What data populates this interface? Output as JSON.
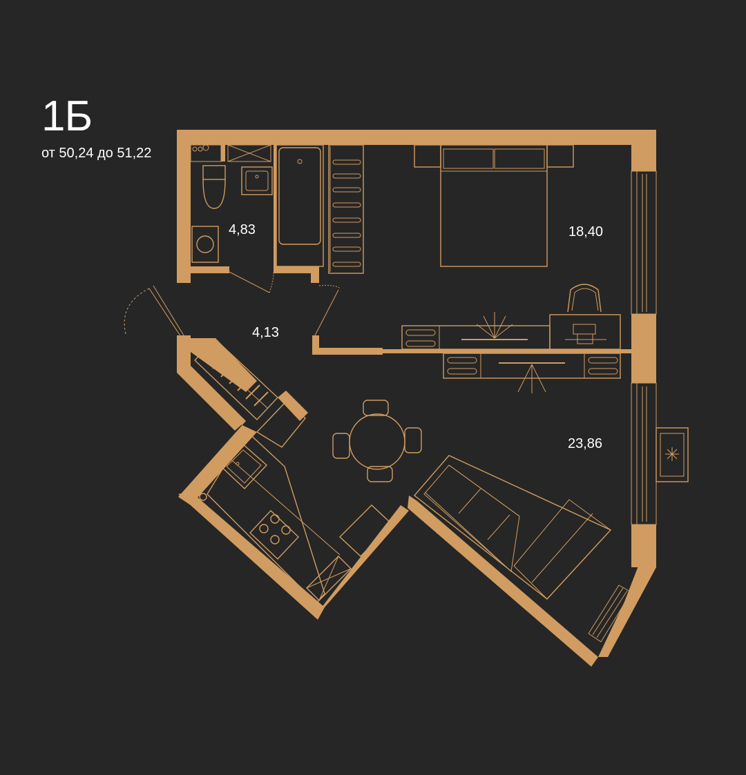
{
  "plan": {
    "unit_name": "1Б",
    "area_range": "от 50,24 до 51,22",
    "rooms": {
      "bathroom": "4,83",
      "hall": "4,13",
      "bedroom": "18,40",
      "living_kitchen": "23,86"
    }
  },
  "colors": {
    "background": "#262626",
    "accent": "#d19c61",
    "text": "#ffffff"
  }
}
